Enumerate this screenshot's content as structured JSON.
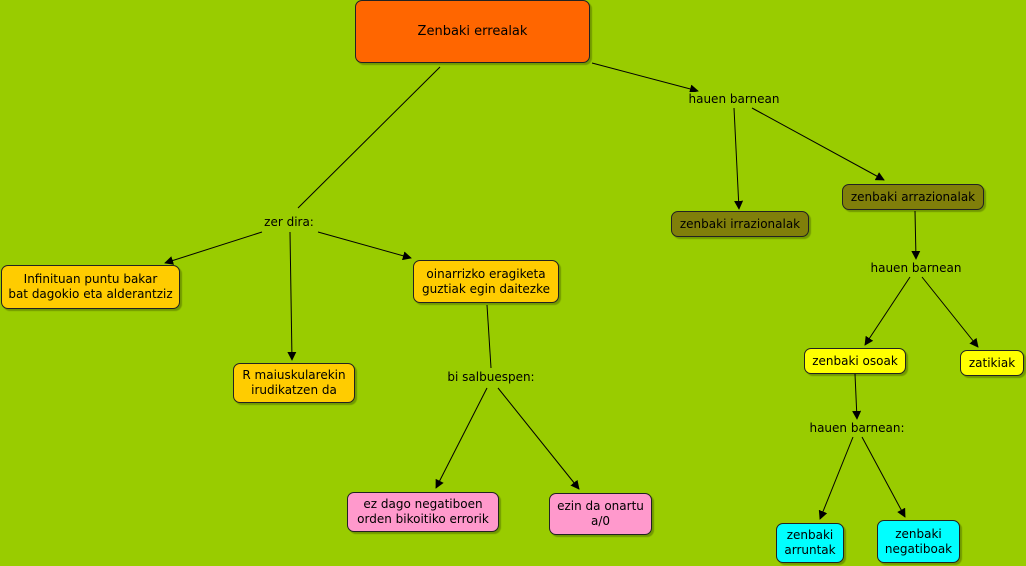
{
  "concepts": {
    "root": "Zenbaki errealak",
    "infinite": "Infinituan puntu bakar\nbat dagokio eta alderantziz",
    "rsymbol": "R maiuskularekin\nirudikatzen da",
    "operations": "oinarrizko eragiketa\nguztiak egin daitezke",
    "neg_roots": "ez dago negatiboen\norden bikoitiko errorik",
    "div_zero": "ezin da onartu\na/0",
    "irrational": "zenbaki irrazionalak",
    "rational": "zenbaki arrazionalak",
    "integers": "zenbaki osoak",
    "fractions": "zatikiak",
    "naturals": "zenbaki\narruntak",
    "negatives": "zenbaki\nnegatiboak"
  },
  "links": {
    "zer_dira": "zer dira:",
    "hauen_barnean_1": "hauen barnean",
    "bi_salbuespen": "bi salbuespen:",
    "hauen_barnean_2": "hauen barnean",
    "hauen_barnean_3": "hauen barnean:"
  },
  "colors": {
    "background": "#99cc00",
    "root": "#ff6600",
    "gold": "#ffcc00",
    "olive": "#807f0a",
    "yellow": "#ffff00",
    "pink": "#ff99cc",
    "cyan": "#00ffff"
  }
}
